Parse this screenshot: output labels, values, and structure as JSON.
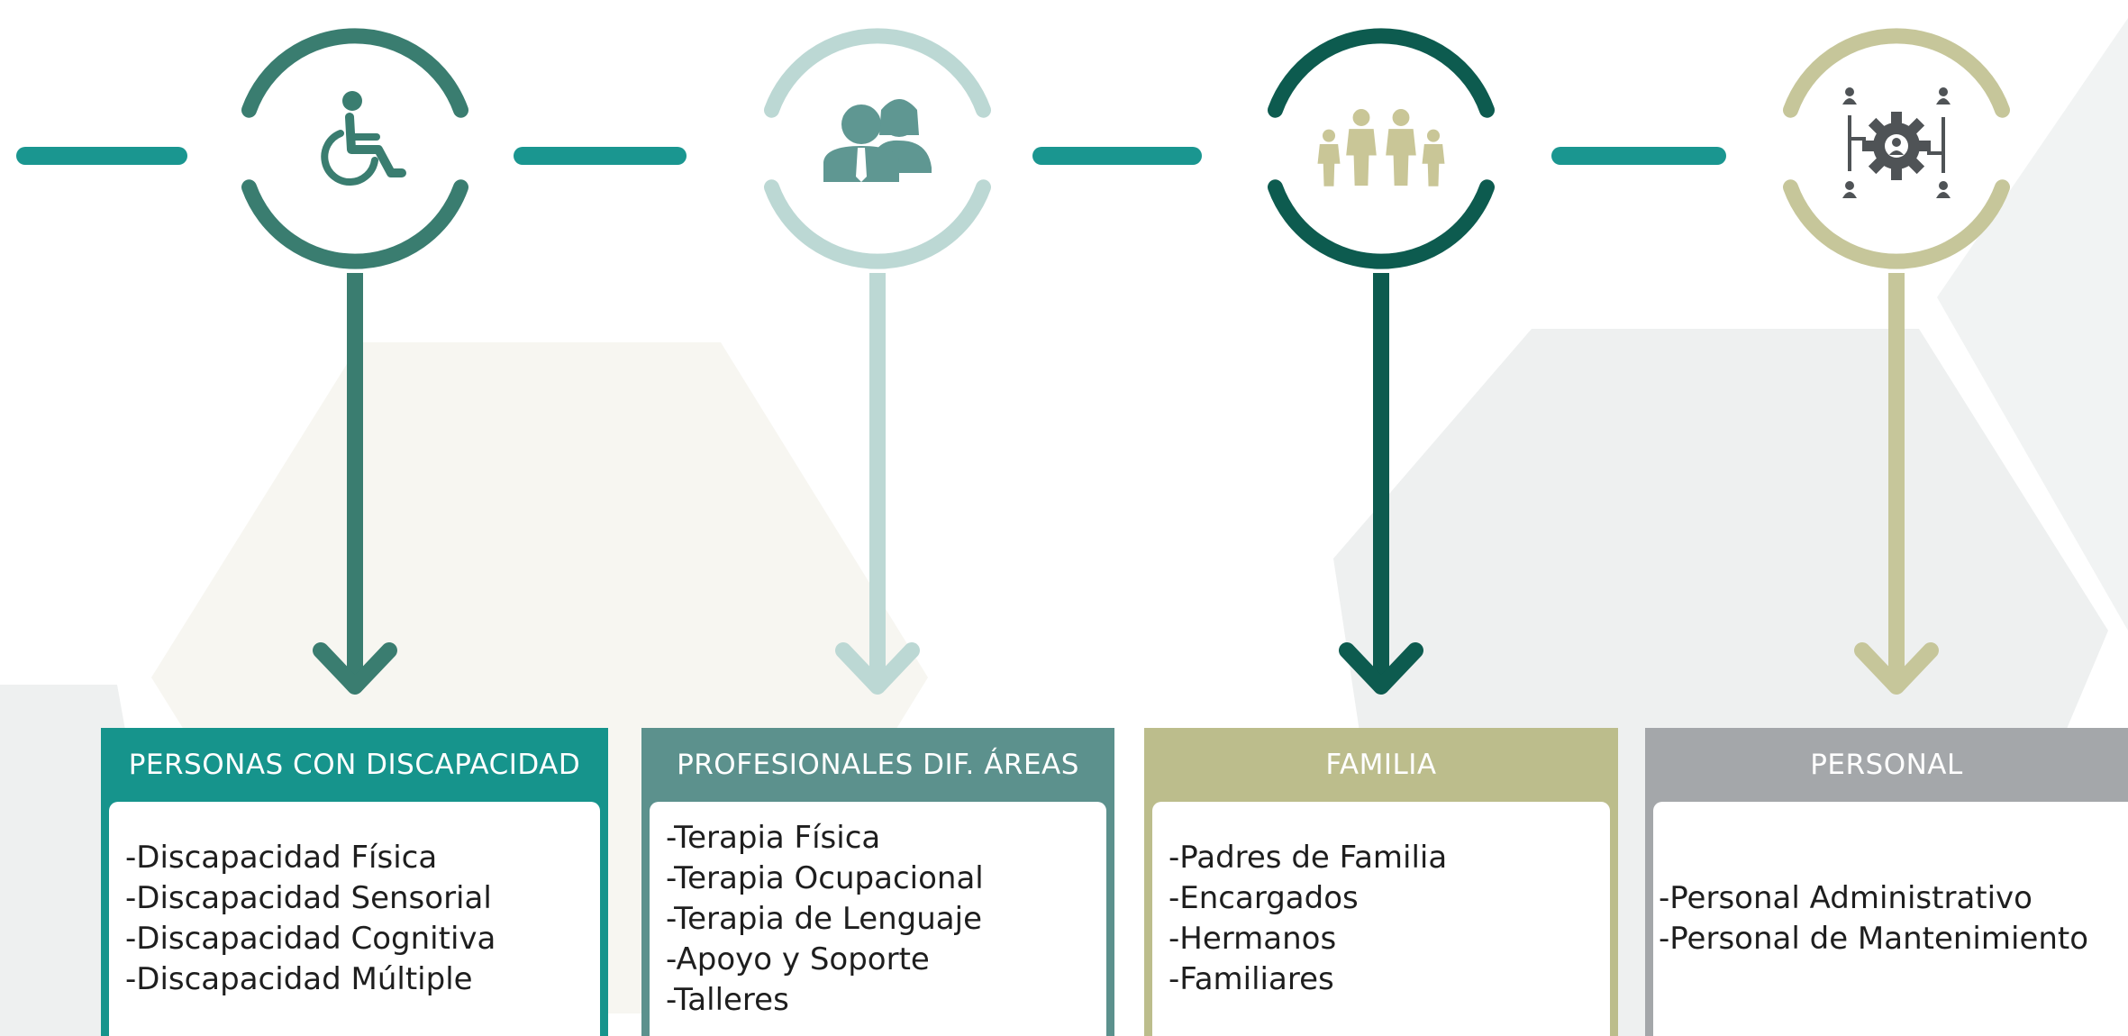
{
  "colors": {
    "background": "#ffffff",
    "background_hex_light": "#f7f6f1",
    "background_hex_gray": "#eef0f0",
    "connector": "#1a9690"
  },
  "stages": [
    {
      "icon": "wheelchair-icon",
      "color": "#3a7d70",
      "title": "PERSONAS CON DISCAPACIDAD",
      "header_color": "#16948c",
      "items": [
        "-Discapacidad Física",
        "-Discapacidad Sensorial",
        "-Discapacidad Cognitiva",
        "-Discapacidad Múltiple"
      ]
    },
    {
      "icon": "professionals-icon",
      "color": "#bcd8d4",
      "title": "PROFESIONALES DIF. ÁREAS",
      "header_color": "#5c918d",
      "items": [
        "-Terapia Física",
        "-Terapia Ocupacional",
        "-Terapia de Lenguaje",
        "-Apoyo y Soporte",
        "-Talleres"
      ]
    },
    {
      "icon": "family-icon",
      "color": "#0d5b4f",
      "title": "FAMILIA",
      "header_color": "#bcbd8c",
      "items": [
        "-Padres de Familia",
        "-Encargados",
        "-Hermanos",
        "-Familiares"
      ]
    },
    {
      "icon": "staff-network-icon",
      "color": "#c6c69a",
      "title": "PERSONAL",
      "header_color": "#a4a7aa",
      "items": [
        "-Personal Administrativo",
        "-Personal de Mantenimiento"
      ]
    }
  ]
}
